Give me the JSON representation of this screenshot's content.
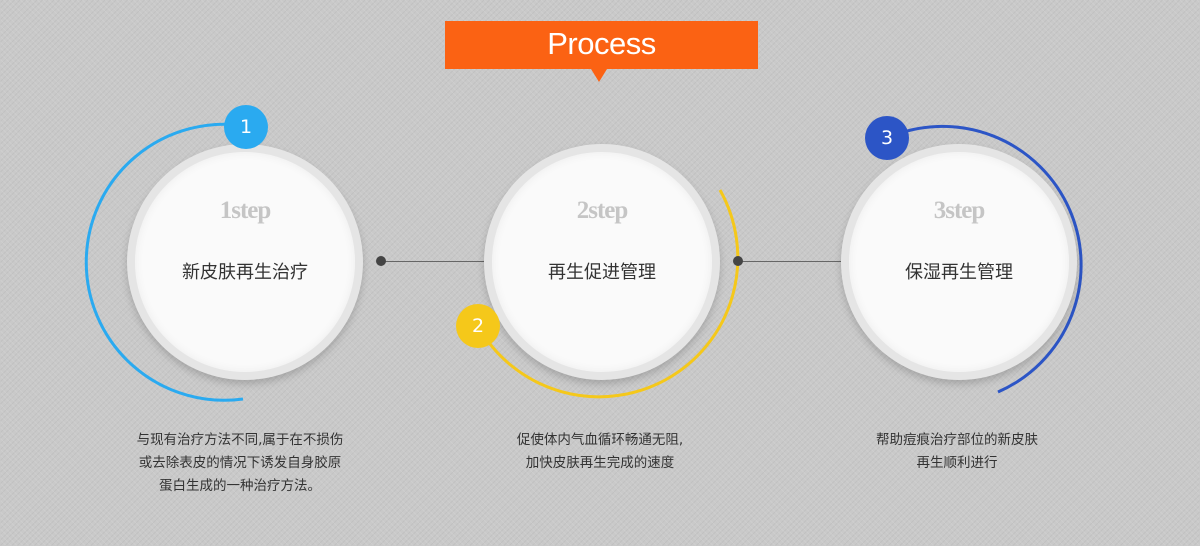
{
  "banner": {
    "title": "Process"
  },
  "steps": [
    {
      "number": "1",
      "step_label": "1step",
      "title": "新皮肤再生治疗",
      "description": [
        "与现有治疗方法不同,属于在不损伤",
        "或去除表皮的情况下诱发自身胶原",
        "蛋白生成的一种治疗方法。"
      ],
      "color": "#2aaaf0"
    },
    {
      "number": "2",
      "step_label": "2step",
      "title": "再生促进管理",
      "description": [
        "促使体内气血循环畅通无阻,",
        "加快皮肤再生完成的速度"
      ],
      "color": "#f5c81a"
    },
    {
      "number": "3",
      "step_label": "3step",
      "title": "保湿再生管理",
      "description": [
        "帮助痘痕治疗部位的新皮肤",
        "再生顺利进行"
      ],
      "color": "#2c55c6"
    }
  ]
}
